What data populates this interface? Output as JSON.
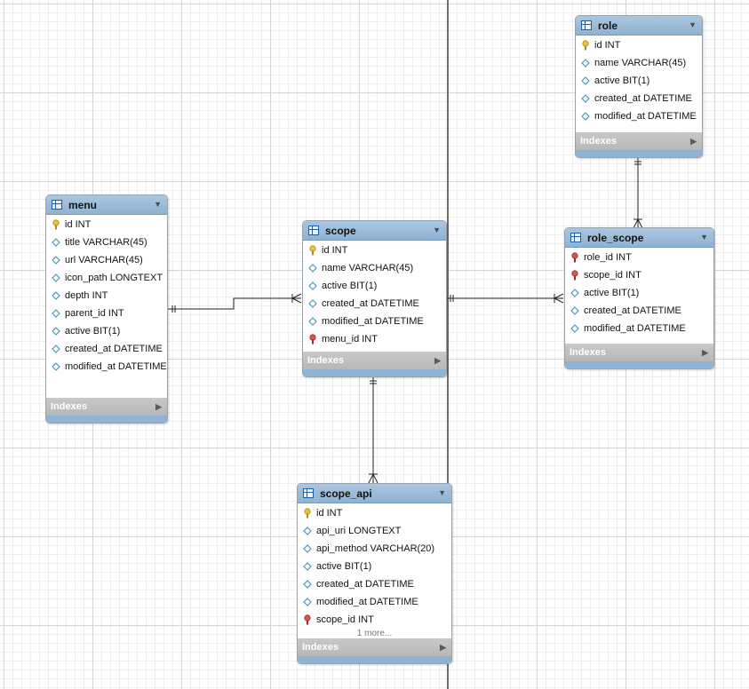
{
  "diagram": {
    "indexes_label": "Indexes",
    "tables": [
      {
        "name": "role",
        "columns": [
          {
            "label": "id INT",
            "kind": "pk"
          },
          {
            "label": "name VARCHAR(45)",
            "kind": "col"
          },
          {
            "label": "active BIT(1)",
            "kind": "col"
          },
          {
            "label": "created_at DATETIME",
            "kind": "col"
          },
          {
            "label": "modified_at DATETIME",
            "kind": "col"
          }
        ]
      },
      {
        "name": "menu",
        "columns": [
          {
            "label": "id INT",
            "kind": "pk"
          },
          {
            "label": "title VARCHAR(45)",
            "kind": "col"
          },
          {
            "label": "url VARCHAR(45)",
            "kind": "col"
          },
          {
            "label": "icon_path LONGTEXT",
            "kind": "col"
          },
          {
            "label": "depth INT",
            "kind": "col"
          },
          {
            "label": "parent_id INT",
            "kind": "col"
          },
          {
            "label": "active BIT(1)",
            "kind": "col"
          },
          {
            "label": "created_at DATETIME",
            "kind": "col"
          },
          {
            "label": "modified_at DATETIME",
            "kind": "col"
          }
        ]
      },
      {
        "name": "scope",
        "columns": [
          {
            "label": "id INT",
            "kind": "pk"
          },
          {
            "label": "name VARCHAR(45)",
            "kind": "col"
          },
          {
            "label": "active BIT(1)",
            "kind": "col"
          },
          {
            "label": "created_at DATETIME",
            "kind": "col"
          },
          {
            "label": "modified_at DATETIME",
            "kind": "col"
          },
          {
            "label": "menu_id INT",
            "kind": "fk"
          }
        ]
      },
      {
        "name": "role_scope",
        "columns": [
          {
            "label": "role_id INT",
            "kind": "fk"
          },
          {
            "label": "scope_id INT",
            "kind": "fk"
          },
          {
            "label": "active BIT(1)",
            "kind": "col"
          },
          {
            "label": "created_at DATETIME",
            "kind": "col"
          },
          {
            "label": "modified_at DATETIME",
            "kind": "col"
          }
        ]
      },
      {
        "name": "scope_api",
        "columns": [
          {
            "label": "id INT",
            "kind": "pk"
          },
          {
            "label": "api_uri LONGTEXT",
            "kind": "col"
          },
          {
            "label": "api_method VARCHAR(20)",
            "kind": "col"
          },
          {
            "label": "active BIT(1)",
            "kind": "col"
          },
          {
            "label": "created_at DATETIME",
            "kind": "col"
          },
          {
            "label": "modified_at DATETIME",
            "kind": "col"
          },
          {
            "label": "scope_id INT",
            "kind": "fk"
          }
        ],
        "more": "1 more..."
      }
    ],
    "relationships": [
      {
        "from": "menu",
        "to": "scope",
        "type": "one-to-many"
      },
      {
        "from": "scope",
        "to": "role_scope",
        "type": "one-to-many"
      },
      {
        "from": "role",
        "to": "role_scope",
        "type": "one-to-many"
      },
      {
        "from": "scope",
        "to": "scope_api",
        "type": "one-to-many"
      }
    ],
    "colors": {
      "header": "#8fb3d3",
      "indexes_bar": "#bdbdbd",
      "pk_icon": "#e8c23a",
      "fk_icon": "#c0392b",
      "column_icon": "#3a8fb0"
    }
  }
}
